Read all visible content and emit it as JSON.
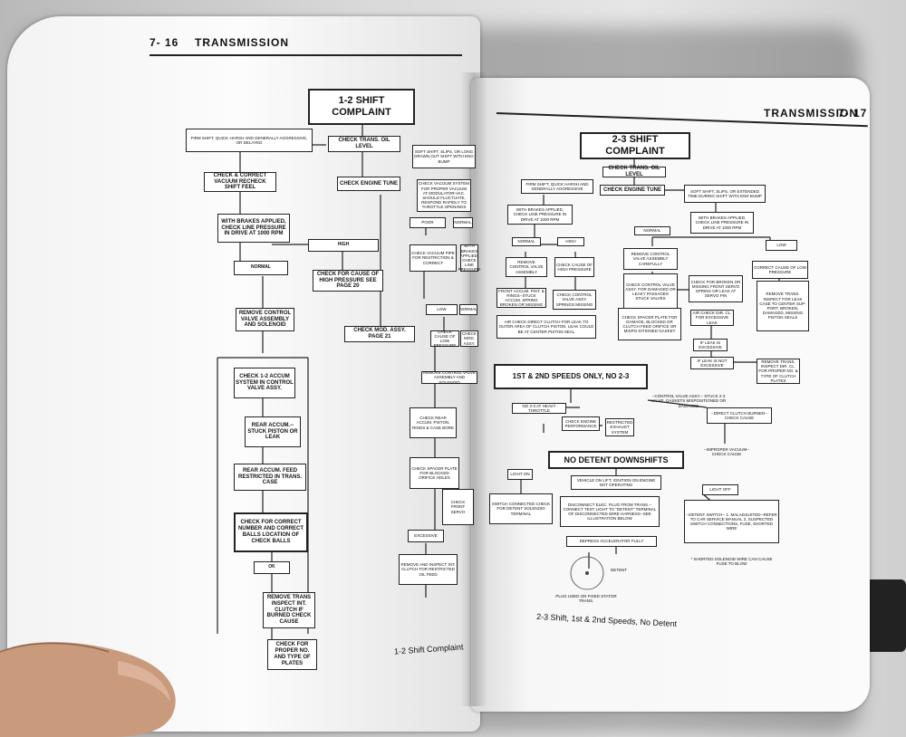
{
  "left_page": {
    "page_number": "7- 16",
    "section": "TRANSMISSION",
    "caption": "1-2 Shift Complaint",
    "boxes": {
      "title": "1-2 SHIFT COMPLAINT",
      "firm_shift": "FIRM SHIFT, QUICK HARSH AND GENERALLY AGGRESSIVE, OR DELAYED",
      "check_oil": "CHECK TRANS. OIL LEVEL",
      "soft_shift": "SOFT SHIFT, SLIPS, OR LONG DRAWN OUT SHIFT WITH ENG BUMP",
      "check_vacuum": "CHECK & CORRECT VACUUM RECHECK SHIFT FEEL",
      "check_engine_tune": "CHECK ENGINE TUNE",
      "check_vacuum_system": "CHECK VACUUM SYSTEM FOR PROPER VACUUM AT MODULATOR-VAC. SHOULD FLUCTUATE, RESPOND RAPIDLY TO THROTTLE OPENINGS",
      "with_brakes": "WITH BRAKES APPLIED, CHECK LINE PRESSURE IN DRIVE AT 1000 RPM",
      "poor": "POOR",
      "normal_small": "NORMAL",
      "high": "HIGH",
      "normal": "NORMAL",
      "check_vacuum_pipe": "CHECK VACUUM PIPE FOR RESTRICTION & CORRECT",
      "with_brakes_2": "WITH BRAKES APPLIED, CHECK LINE PRESSURE",
      "check_cause_high": "CHECK FOR CAUSE OF HIGH PRESSURE SEE PAGE 20",
      "low": "LOW",
      "normal_2": "NORMAL",
      "remove_control": "REMOVE CONTROL VALVE ASSEMBLY AND SOLENOID",
      "check_mod": "CHECK MOD. ASSY. PAGE 21",
      "check_cause_low": "CHECK CAUSE OF LOW PRESSURE",
      "check_mod_2": "CHECK MOD. ASSY.",
      "remove_control_2": "REMOVE CONTROL VALVE ASSEMBLY AND SOLENOID",
      "check_accum": "CHECK 1-2 ACCUM SYSTEM IN CONTROL VALVE ASSY.",
      "rear_accum_stuck": "REAR ACCUM.--STUCK PISTON OR LEAK",
      "check_rear_accum": "CHECK REAR ACCUM. PISTON, RINGS & CASE BORE",
      "check_spacer": "CHECK SPACER PLATE FOR BLOCKED ORIFICE HOLES",
      "rear_accum_feed": "REAR ACCUM. FEED RESTRICTED IN TRANS. CASE",
      "check_correct_number": "CHECK FOR CORRECT NUMBER AND CORRECT BALLS LOCATION OF CHECK BALLS",
      "excessive": "EXCESSIVE",
      "check_servo": "CHECK FRONT SERVO",
      "ok": "OK",
      "remove_inspect": "REMOVE AND INSPECT INT. CLUTCH FOR RESTRICTED OIL FEED",
      "remove_trans": "REMOVE TRANS INSPECT INT. CLUTCH IF BURNED CHECK CAUSE",
      "check_proper_no": "CHECK FOR PROPER NO. AND TYPE OF PLATES"
    }
  },
  "right_page": {
    "section": "TRANSMISSION",
    "page_number": "7- 17",
    "caption": "2-3 Shift, 1st & 2nd Speeds, No Detent",
    "boxes": {
      "title": "2-3 SHIFT COMPLAINT",
      "check_oil": "CHECK TRANS. OIL LEVEL",
      "firm_shift": "FIRM SHIFT, QUICK HARSH AND GENERALLY AGGRESSIVE",
      "check_engine_tune": "CHECK ENGINE TUNE",
      "soft_shift": "SOFT SHIFT, SLIPS, OR EXTENDED TIME DURING SHIFT WITH END BUMP",
      "with_brakes": "WITH BRAKES APPLIED, CHECK LINE PRESSURE IN DRIVE AT 1000 RPM",
      "with_brakes_2": "WITH BRAKES APPLIED, CHECK LINE PRESSURE IN DRIVE AT 1000 RPM",
      "normal_a": "NORMAL",
      "high": "HIGH",
      "normal_b": "NORMAL",
      "low": "LOW",
      "remove_control": "REMOVE CONTROL VALVE ASSEMBLY",
      "check_cause_high": "CHECK CAUSE OF HIGH PRESSURE",
      "remove_control_carefully": "REMOVE CONTROL VALVE ASSEMBLY CAREFULLY",
      "correct_low": "CORRECT CAUSE OF LOW PRESSURE",
      "front_accum": "FRONT ACCUM. PIST. & RINGS--STUCK ACCUM. SPRING BROKEN OR MISSING",
      "check_control_valve": "CHECK CONTROL VALVE ASSY. SPRINGS MISSING",
      "check_control_valve_assy": "CHECK CONTROL VALVE ASSY. FOR DAMAGED OR LEAKY PASSAGES STUCK VALVES",
      "check_broken": "CHECK FOR BROKEN OR MISSING FRONT SERVO SPRING OR LEAK AT SERVO PIN",
      "remove_trans": "REMOVE TRANS. INSPECT FOR LEAK CASE TO CENTER SUP-PORT, BROKEN, DAMAGED, MISSING PISTON SEALS",
      "air_check": "AIR CHECK DIRECT CLUTCH FOR LEAK TO OUTER AREA OF CLUTCH PISTON. LEAK COULD BE AT CENTER PISTON SEAL",
      "check_spacer_plate": "CHECK SPACER PLATE FOR DAMAGE, BLOCKED OR CLUTCH FEED ORIFICE OR MISPO-SITIONED GASKET",
      "air_check_2": "AIR CHECK DIR. CL. FOR EXCESSIVE LEAK",
      "if_leak_excessive": "IF LEAK IS EXCESSIVE",
      "if_leak_not_excessive": "IF LEAK IS NOT EXCESSIVE",
      "remove_trans_2": "REMOVE TRANS. INSPECT DIR. CL. FOR PROPER NO. & TYPE OF CLUTCH PLATES",
      "first_second": "1ST & 2ND SPEEDS ONLY, NO 2-3",
      "control_valve_stuck": "--CONTROL VALVE ASSY.-- STUCK 2-3 VALVE, GASKETS MISPOSITIONED OR DAMAGED",
      "no_23": "NO 2-3 AT HEAVY THROTTLE",
      "check_engine_perf": "CHECK ENGINE PERFORMANCE",
      "restricted_exhaust": "RESTRICTED EXHAUST SYSTEM",
      "direct_clutch": "--DIRECT CLUTCH BURNED-- CHECK CAUSE",
      "improper_vacuum": "--IMPROPER VACUUM-- CHECK CAUSE",
      "no_detent": "NO DETENT DOWNSHIFTS",
      "light_on": "LIGHT ON",
      "vehicle_on_lift": "VEHICLE ON LIFT, IGNITION ON ENGINE NOT OPERATING",
      "light_off": "LIGHT OFF",
      "switch_connected": "SWITCH CONNECTED CHECK FOR DETENT SOLENOID TERMINAL",
      "disconnect_elec": "DISCONNECT ELEC. PLUG FROM TRANS.--CONNECT TEST LIGHT TO \"DETENT\" TERMINAL OF DISCONNECTED WIRE HARNESS--SEE ILLUSTRATION BELOW",
      "detent_switch": "--DETENT SWITCH-- 1. MALADJUSTED--REFER TO CAR SERVICE MANUAL 2. SUSPECTED SWITCH CONNECTIONS, FUSE, SHORTED WIRE",
      "depress": "DEPRESS ACCELERATOR FULLY",
      "shorted": "* SHORTED SOLENOID WIRE CAN CAUSE FUSE TO BLOW",
      "detent_label": "DETENT",
      "plug_label": "PLUG USED ON FIXED STATOR TRANS."
    }
  }
}
